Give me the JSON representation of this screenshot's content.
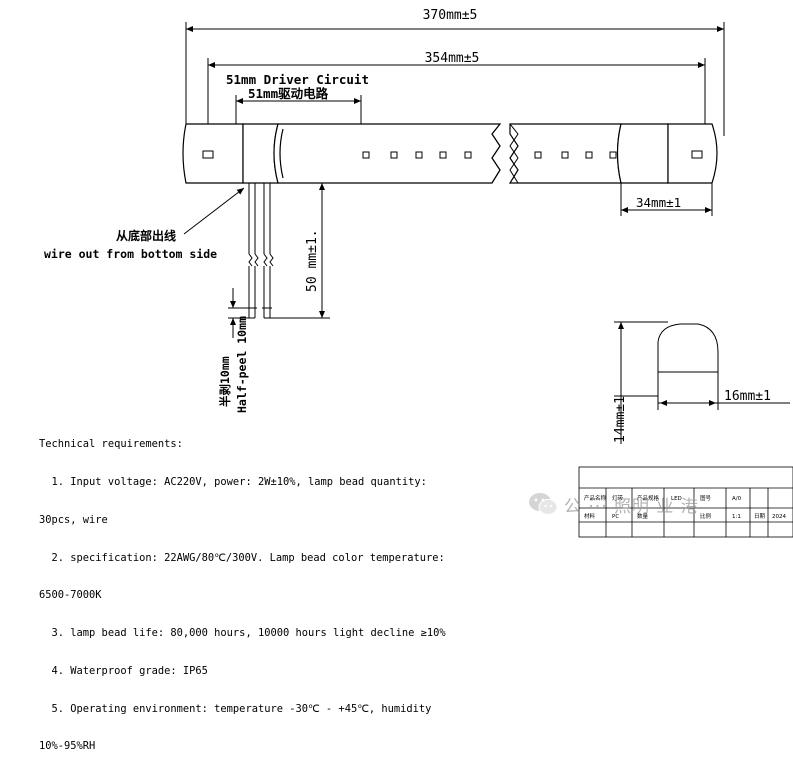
{
  "dimensions": {
    "total_length": "370mm±5",
    "inner_length": "354mm±5",
    "driver_en": "51mm Driver Circuit",
    "driver_cn": "51mm驱动电路",
    "end_cap_length": "34mm±1",
    "wire_length": "50 mm±1.",
    "peel_cn": "半剥10mm",
    "peel_en": "Half-peel 10mm",
    "height": "14mm±1",
    "width": "16mm±1"
  },
  "callout": {
    "cn": "从底部出线",
    "en": "wire out from bottom side"
  },
  "requirements": {
    "title": "Technical requirements:",
    "lines": [
      "  1. Input voltage: AC220V, power: 2W±10%, lamp bead quantity:",
      "30pcs, wire",
      "  2. specification: 22AWG/80℃/300V. Lamp bead color temperature:",
      "6500-7000K",
      "  3. lamp bead life: 80,000 hours, 10000 hours light decline ≥10%",
      "  4. Waterproof grade: IP65",
      "  5. Operating environment: temperature -30℃ - +45℃, humidity",
      "10%-95%RH"
    ]
  },
  "watermark": {
    "text": "公 ··· 照明 业 港"
  },
  "title_block": {
    "cells": [
      "产品名称",
      "灯带",
      "产品规格",
      "LED",
      "图号",
      "A/0",
      "材料",
      "PC",
      "数量",
      "比例",
      "1:1",
      "日期",
      "2024"
    ]
  }
}
